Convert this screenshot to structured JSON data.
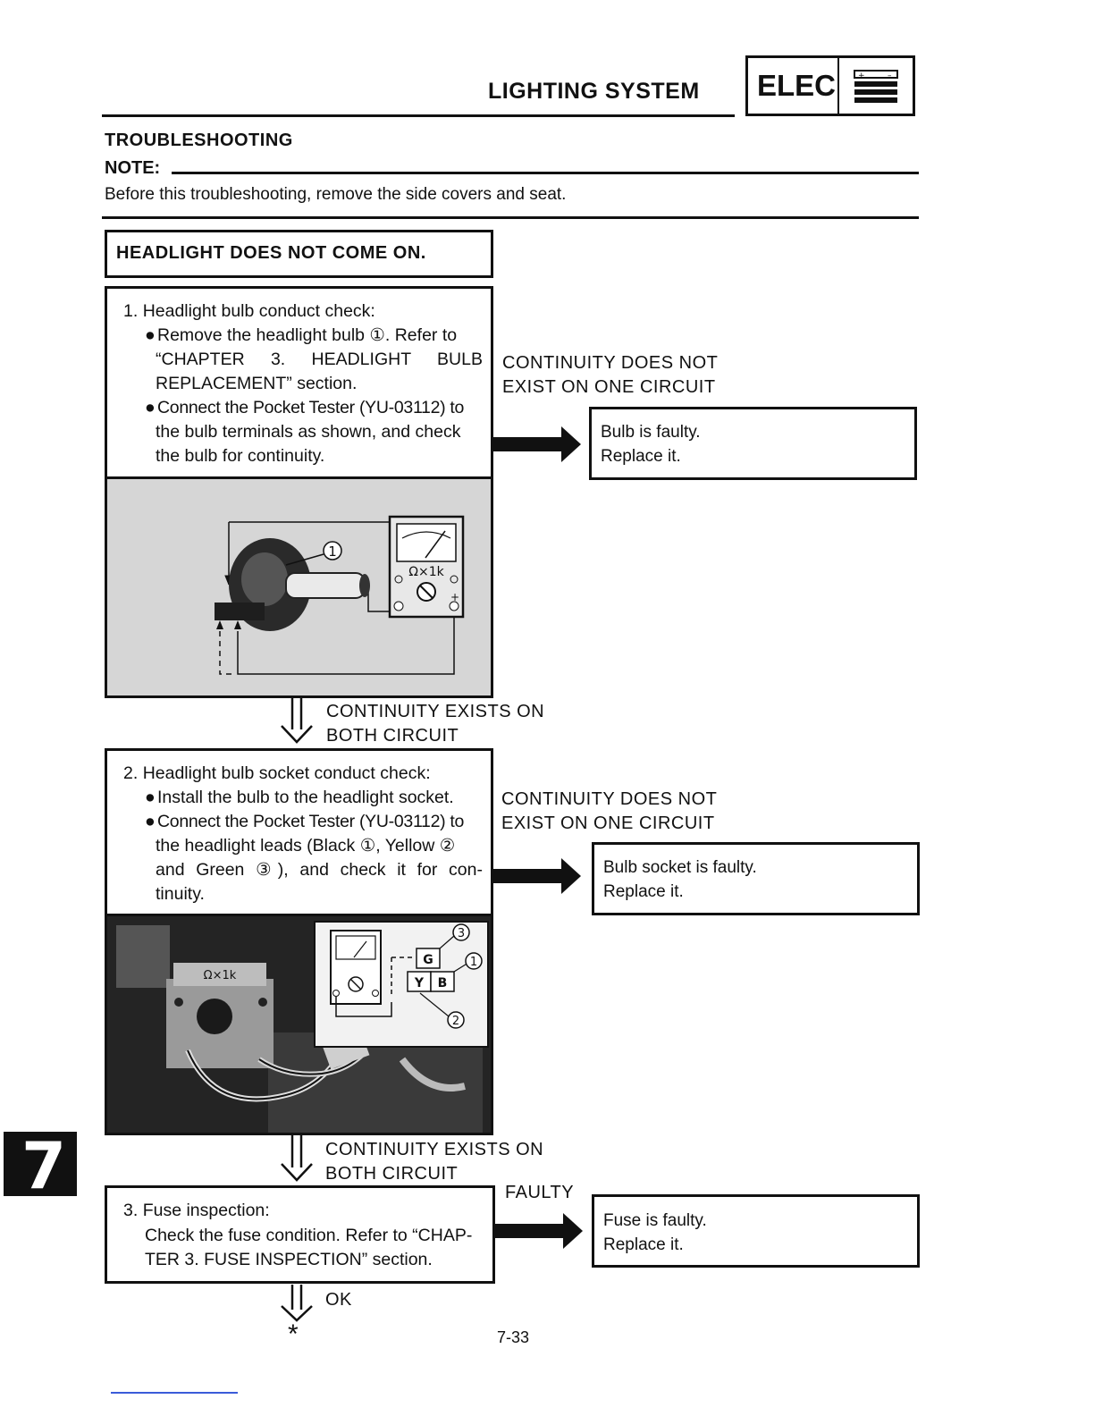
{
  "header": {
    "title": "LIGHTING SYSTEM",
    "section_code": "ELEC",
    "section_icon": "battery-icon"
  },
  "troubleshooting": {
    "title": "TROUBLESHOOTING",
    "note_label": "NOTE:",
    "note_text": "Before this troubleshooting, remove the side covers and seat."
  },
  "symptom": "HEADLIGHT DOES NOT COME ON.",
  "steps": [
    {
      "number": "1.",
      "title": "Headlight bulb conduct check:",
      "bullet_1_lines": [
        "Remove the headlight bulb ①. Refer to",
        "“CHAPTER 3. HEADLIGHT BULB",
        "REPLACEMENT” section."
      ],
      "bullet_2_lines": [
        "Connect the Pocket Tester (YU-03112) to",
        "the bulb terminals as shown, and check",
        "the bulb for continuity."
      ],
      "fail_condition": [
        "CONTINUITY DOES NOT",
        "EXIST ON ONE CIRCUIT"
      ],
      "fail_result": [
        "Bulb is faulty.",
        "Replace it."
      ],
      "pass_condition": [
        "CONTINUITY EXISTS ON",
        "BOTH CIRCUIT"
      ],
      "figure": {
        "callout": "①",
        "meter_range": "Ω×1k"
      }
    },
    {
      "number": "2.",
      "title": "Headlight bulb socket conduct check:",
      "bullet_1_lines": [
        "Install the bulb to the headlight socket."
      ],
      "bullet_2_lines": [
        "Connect the Pocket Tester (YU-03112) to",
        "the headlight leads (Black ①, Yellow ②",
        "and Green ③), and check it for con-",
        "tinuity."
      ],
      "fail_condition": [
        "CONTINUITY DOES NOT",
        "EXIST ON ONE CIRCUIT"
      ],
      "fail_result": [
        "Bulb socket is faulty.",
        "Replace it."
      ],
      "pass_condition": [
        "CONTINUITY EXISTS ON",
        "BOTH CIRCUIT"
      ],
      "figure": {
        "callout_1": "①",
        "callout_2": "②",
        "callout_3": "③",
        "lead_g": "G",
        "lead_y": "Y",
        "lead_b": "B",
        "meter_range": "Ω×1k"
      }
    },
    {
      "number": "3.",
      "title": "Fuse inspection:",
      "lines": [
        "Check the fuse condition. Refer to “CHAP-",
        "TER 3. FUSE INSPECTION” section."
      ],
      "fail_condition": [
        "FAULTY"
      ],
      "fail_result": [
        "Fuse is faulty.",
        "Replace it."
      ],
      "pass_condition": [
        "OK"
      ]
    }
  ],
  "continuation_mark": "*",
  "chapter_tab": "7",
  "page_number": "7-33",
  "colors": {
    "ink": "#111111",
    "figure_bg": "#d6d6d6",
    "footer_link": "#3b5bd9"
  }
}
